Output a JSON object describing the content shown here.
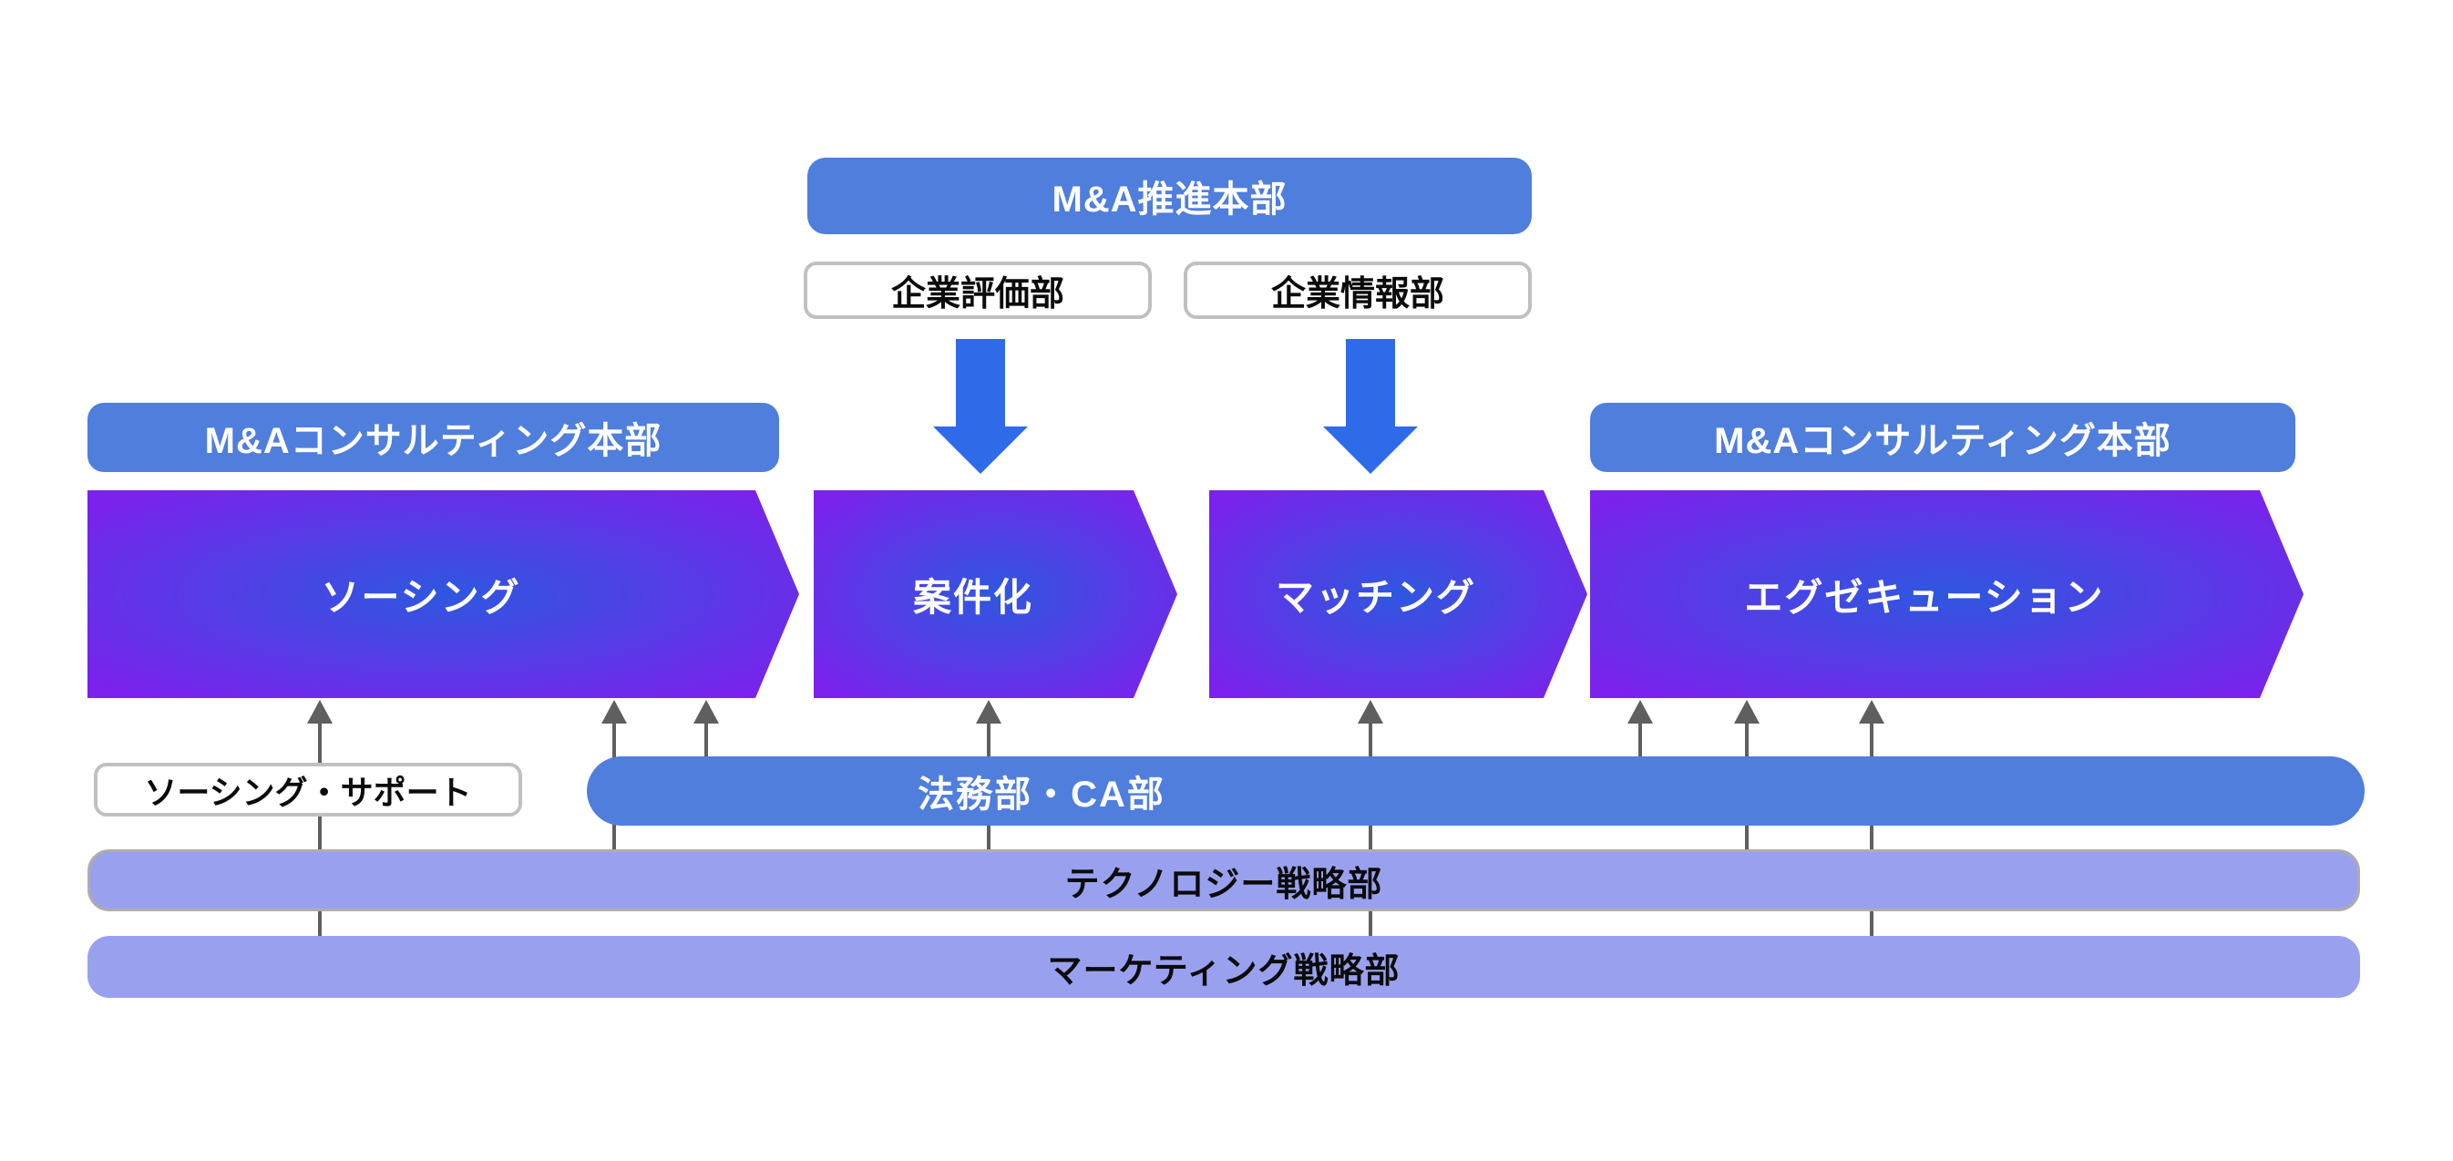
{
  "units": {
    "promotion_hq": "M&A推進本部",
    "valuation_dept": "企業評価部",
    "info_dept": "企業情報部",
    "consulting_hq_left": "M&Aコンサルティング本部",
    "consulting_hq_right": "M&Aコンサルティング本部",
    "sourcing_support": "ソーシング・サポート",
    "legal_ca_dept": "法務部・CA部",
    "tech_strategy_dept": "テクノロジー戦略部",
    "marketing_strategy_dept": "マーケティング戦略部"
  },
  "process_steps": [
    {
      "label": "ソーシング"
    },
    {
      "label": "案件化"
    },
    {
      "label": "マッチング"
    },
    {
      "label": "エグゼキューション"
    }
  ],
  "icons": {
    "blue_down_arrow": "filled-down-arrow",
    "gray_up_arrow": "thin-up-arrow"
  },
  "colors": {
    "header_blue": "#4f7edc",
    "arrow_blue": "#2f6ae9",
    "chevron_center_blue": "#2e57df",
    "chevron_edge_purple": "#7b22ec",
    "bar_light_purple": "#99a1ef",
    "line_gray": "#5f5f5f",
    "box_border_gray": "#c0c0c0",
    "bar_border_gray": "#b1ada6"
  }
}
